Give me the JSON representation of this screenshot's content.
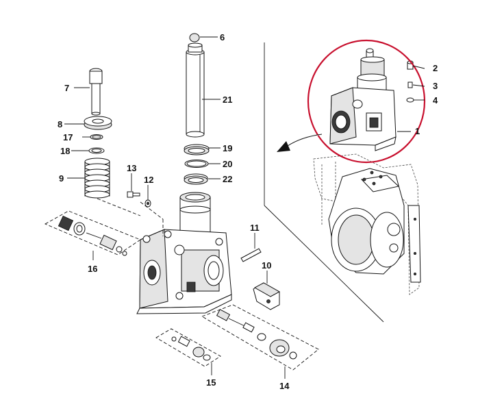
{
  "highlight_color": "#c8102e",
  "callouts": [
    {
      "id": "1",
      "label": "1"
    },
    {
      "id": "2",
      "label": "2"
    },
    {
      "id": "3",
      "label": "3"
    },
    {
      "id": "4",
      "label": "4"
    },
    {
      "id": "6",
      "label": "6"
    },
    {
      "id": "7",
      "label": "7"
    },
    {
      "id": "8",
      "label": "8"
    },
    {
      "id": "9",
      "label": "9"
    },
    {
      "id": "10",
      "label": "10"
    },
    {
      "id": "11",
      "label": "11"
    },
    {
      "id": "12",
      "label": "12"
    },
    {
      "id": "13",
      "label": "13"
    },
    {
      "id": "14",
      "label": "14"
    },
    {
      "id": "15",
      "label": "15"
    },
    {
      "id": "16",
      "label": "16"
    },
    {
      "id": "17",
      "label": "17"
    },
    {
      "id": "18",
      "label": "18"
    },
    {
      "id": "19",
      "label": "19"
    },
    {
      "id": "20",
      "label": "20"
    },
    {
      "id": "21",
      "label": "21"
    },
    {
      "id": "22",
      "label": "22"
    }
  ]
}
